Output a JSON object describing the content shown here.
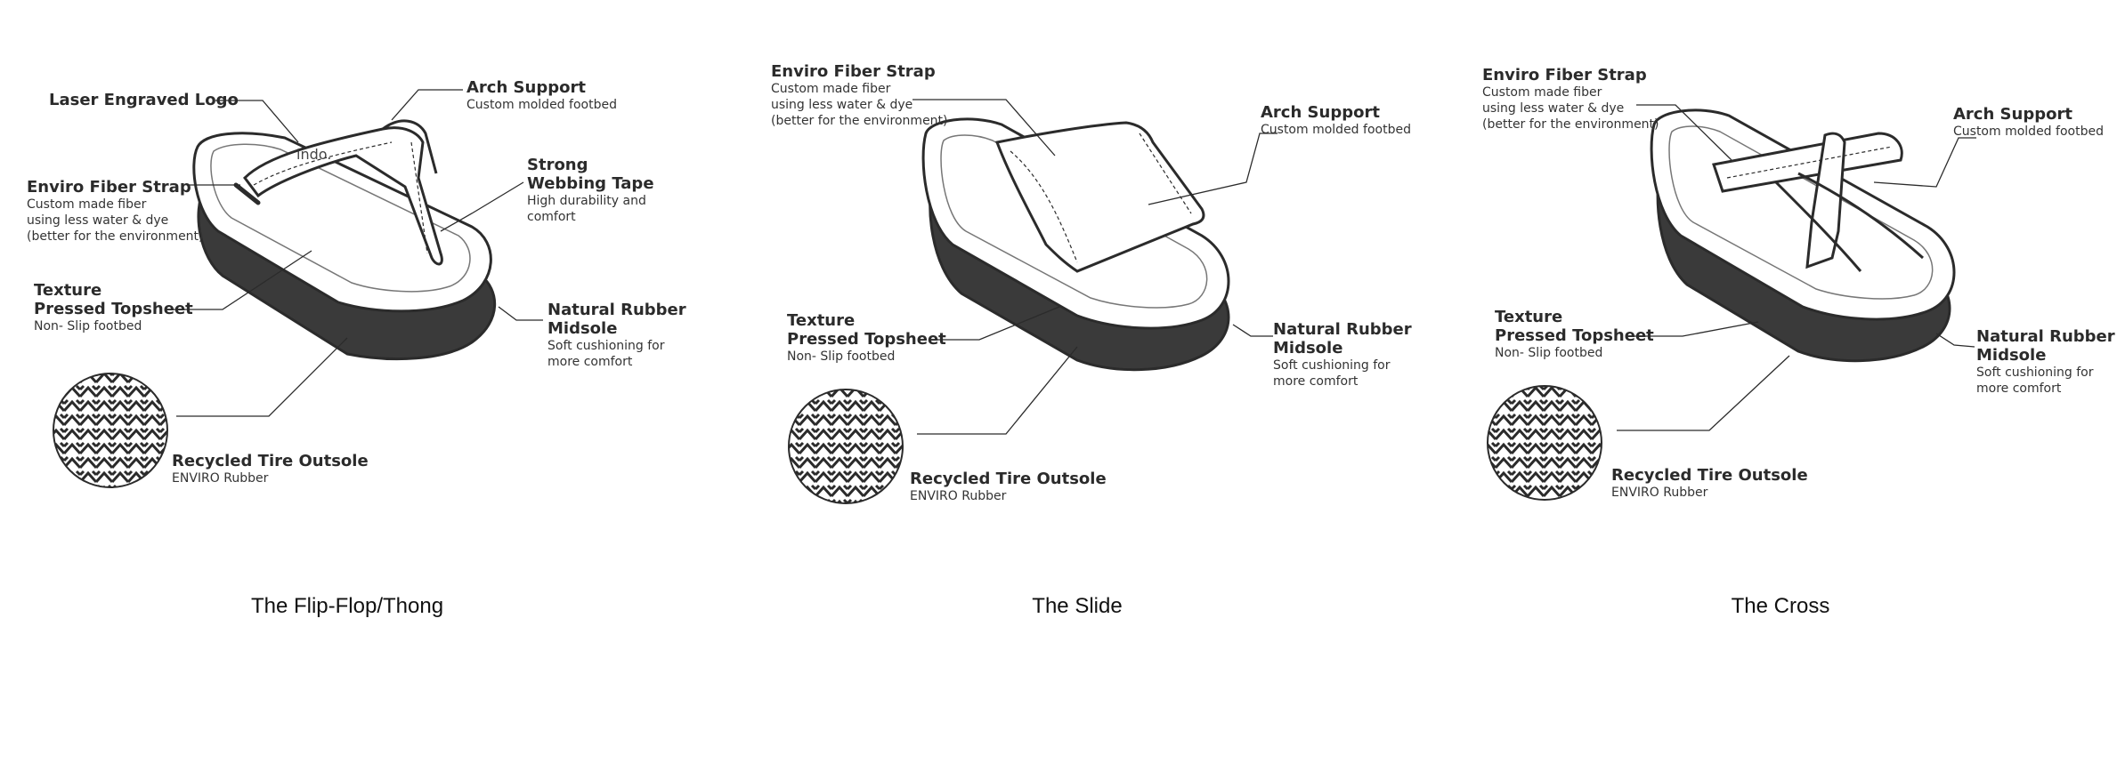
{
  "panels": [
    {
      "caption": "The Flip-Flop/Thong",
      "brand_mark": "indo.",
      "labels": {
        "logo": {
          "title": "Laser Engraved Logo"
        },
        "arch": {
          "title": "Arch Support",
          "sub": "Custom molded footbed"
        },
        "strap": {
          "title": "Enviro Fiber Strap",
          "sub": [
            "Custom made fiber",
            "using less water & dye",
            "(better for the environment)"
          ]
        },
        "webbing": {
          "title": [
            "Strong",
            "Webbing Tape"
          ],
          "sub": [
            "High durability and",
            "comfort"
          ]
        },
        "topsheet": {
          "title": [
            "Texture",
            "Pressed Topsheet"
          ],
          "sub": "Non- Slip footbed"
        },
        "midsole": {
          "title": [
            "Natural Rubber",
            "Midsole"
          ],
          "sub": [
            "Soft cushioning for",
            "more comfort"
          ]
        },
        "outsole": {
          "title": "Recycled Tire Outsole",
          "sub": "ENVIRO Rubber"
        }
      }
    },
    {
      "caption": "The Slide",
      "labels": {
        "strap": {
          "title": "Enviro Fiber Strap",
          "sub": [
            "Custom made fiber",
            "using less water & dye",
            "(better for the environment)"
          ]
        },
        "arch": {
          "title": "Arch Support",
          "sub": "Custom molded footbed"
        },
        "topsheet": {
          "title": [
            "Texture",
            "Pressed Topsheet"
          ],
          "sub": "Non- Slip footbed"
        },
        "midsole": {
          "title": [
            "Natural Rubber",
            "Midsole"
          ],
          "sub": [
            "Soft cushioning for",
            "more comfort"
          ]
        },
        "outsole": {
          "title": "Recycled Tire Outsole",
          "sub": "ENVIRO Rubber"
        }
      }
    },
    {
      "caption": "The Cross",
      "labels": {
        "strap": {
          "title": "Enviro Fiber Strap",
          "sub": [
            "Custom made fiber",
            "using less water & dye",
            "(better for the environment)"
          ]
        },
        "arch": {
          "title": "Arch Support",
          "sub": "Custom molded footbed"
        },
        "topsheet": {
          "title": [
            "Texture",
            "Pressed Topsheet"
          ],
          "sub": "Non- Slip footbed"
        },
        "midsole": {
          "title": [
            "Natural Rubber",
            "Midsole"
          ],
          "sub": [
            "Soft cushioning for",
            "more comfort"
          ]
        },
        "outsole": {
          "title": "Recycled Tire Outsole",
          "sub": "ENVIRO Rubber"
        }
      }
    }
  ],
  "colors": {
    "outline": "#2b2b2b",
    "midsole": "#3a3a3a",
    "paper": "#ffffff"
  }
}
